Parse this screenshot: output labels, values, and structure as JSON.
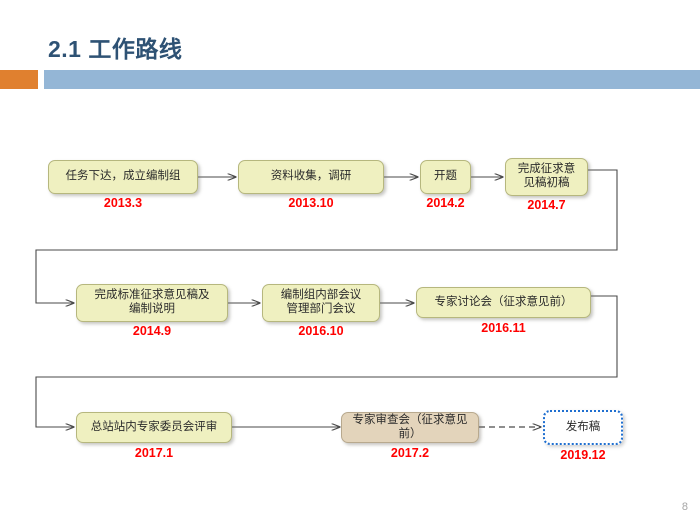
{
  "slide": {
    "title": "2.1  工作路线",
    "page_number": "8",
    "accent_color": "#e0802f",
    "rule_color": "#94b6d6",
    "title_color": "#2e5274",
    "date_color": "#ff0000"
  },
  "flow": {
    "rows": [
      {
        "row_name": "row-1",
        "nodes": [
          {
            "id": "n1",
            "label": "任务下达，成立编制组",
            "date": "2013.3",
            "style": "yellow"
          },
          {
            "id": "n2",
            "label": "资料收集，调研",
            "date": "2013.10",
            "style": "yellow"
          },
          {
            "id": "n3",
            "label": "开题",
            "date": "2014.2",
            "style": "yellow"
          },
          {
            "id": "n4",
            "label": "完成征求意\n见稿初稿",
            "date": "2014.7",
            "style": "yellow"
          }
        ]
      },
      {
        "row_name": "row-2",
        "nodes": [
          {
            "id": "n5",
            "label": "完成标准征求意见稿及\n编制说明",
            "date": "2014.9",
            "style": "yellow"
          },
          {
            "id": "n6",
            "label": "编制组内部会议\n管理部门会议",
            "date": "2016.10",
            "style": "yellow"
          },
          {
            "id": "n7",
            "label": "专家讨论会（征求意见前）",
            "date": "2016.11",
            "style": "yellow"
          }
        ]
      },
      {
        "row_name": "row-3",
        "nodes": [
          {
            "id": "n8",
            "label": "总站站内专家委员会评审",
            "date": "2017.1",
            "style": "yellow"
          },
          {
            "id": "n9",
            "label": "专家审查会（征求意见前）",
            "date": "2017.2",
            "style": "tan"
          },
          {
            "id": "n10",
            "label": "发布稿",
            "date": "2019.12",
            "style": "dotted"
          }
        ]
      }
    ]
  }
}
